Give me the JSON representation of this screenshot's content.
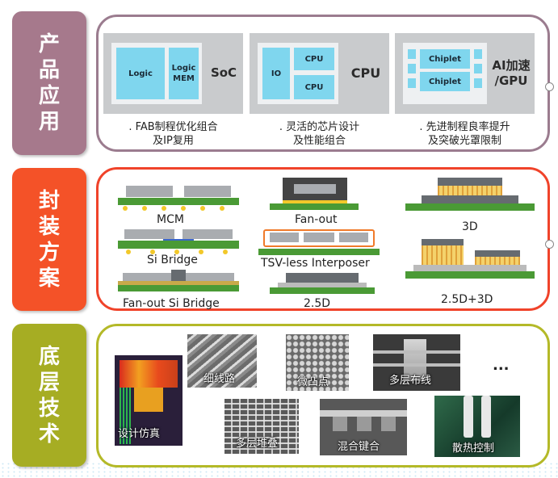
{
  "sections": [
    {
      "label_chars": [
        "产",
        "品",
        "应",
        "用"
      ],
      "color": "#a6798c"
    },
    {
      "label_chars": [
        "封",
        "装",
        "方",
        "案"
      ],
      "color": "#f45228"
    },
    {
      "label_chars": [
        "底",
        "层",
        "技",
        "术"
      ],
      "color": "#a6ad23"
    }
  ],
  "products": [
    {
      "cells": [
        "Logic",
        "Logic MEM"
      ],
      "title": "SoC",
      "desc_line1": ". FAB制程优化组合",
      "desc_line2": "及IP复用"
    },
    {
      "cells": [
        "IO",
        "CPU",
        "CPU"
      ],
      "title": "CPU",
      "desc_line1": ". 灵活的芯片设计",
      "desc_line2": "及性能组合"
    },
    {
      "cells": [
        "Chiplet",
        "Chiplet"
      ],
      "title_line1": "AI加速",
      "title_line2": "/GPU",
      "desc_line1": ". 先进制程良率提升",
      "desc_line2": "及突破光罩限制"
    }
  ],
  "packages": [
    "MCM",
    "Si Bridge",
    "Fan-out Si Bridge",
    "Fan-out",
    "TSV-less Interposer",
    "2.5D",
    "3D",
    "2.5D+3D"
  ],
  "technologies": [
    "设计仿真",
    "细线路",
    "微凸点",
    "多层布线",
    "...",
    "多层堆叠",
    "混合键合",
    "散热控制"
  ],
  "colors": {
    "product_accent": "#a6798c",
    "package_accent": "#f45228",
    "tech_accent": "#a6ad23",
    "chip_cell": "#7fd6ee",
    "pcb_green": "#4a9a35",
    "solder_ball": "#f2c82a"
  }
}
